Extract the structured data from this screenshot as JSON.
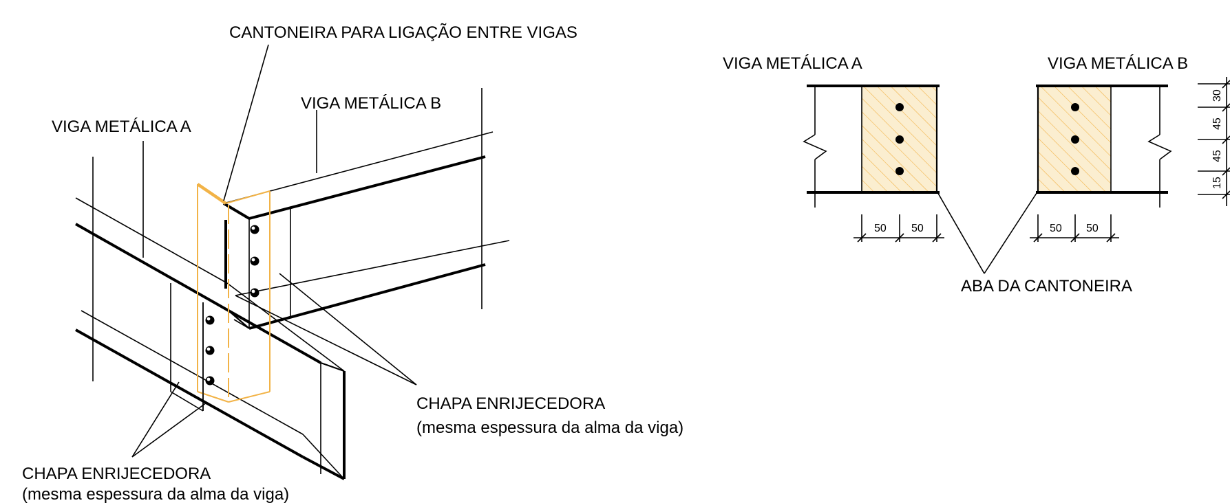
{
  "labels": {
    "angle_connection": "CANTONEIRA PARA LIGAÇÃO ENTRE VIGAS",
    "beam_a_iso": "VIGA METÁLICA A",
    "beam_b_iso": "VIGA METÁLICA B",
    "stiffener_right_line1": "CHAPA ENRIJECEDORA",
    "stiffener_right_line2": "(mesma espessura da alma da viga)",
    "stiffener_left_line1": "CHAPA ENRIJECEDORA",
    "stiffener_left_line2": "(mesma espessura da alma da viga)",
    "beam_a_detail": "VIGA METÁLICA A",
    "beam_b_detail": "VIGA METÁLICA B",
    "angle_leg": "ABA DA CANTONEIRA"
  },
  "dimensions": {
    "horizontal_a": [
      "50",
      "50"
    ],
    "horizontal_b": [
      "50",
      "50"
    ],
    "vertical": [
      "30",
      "45",
      "45",
      "15"
    ]
  },
  "colors": {
    "angle": "#f2b347",
    "hatch_fill": "#fbeed0",
    "lines": "#000000"
  }
}
